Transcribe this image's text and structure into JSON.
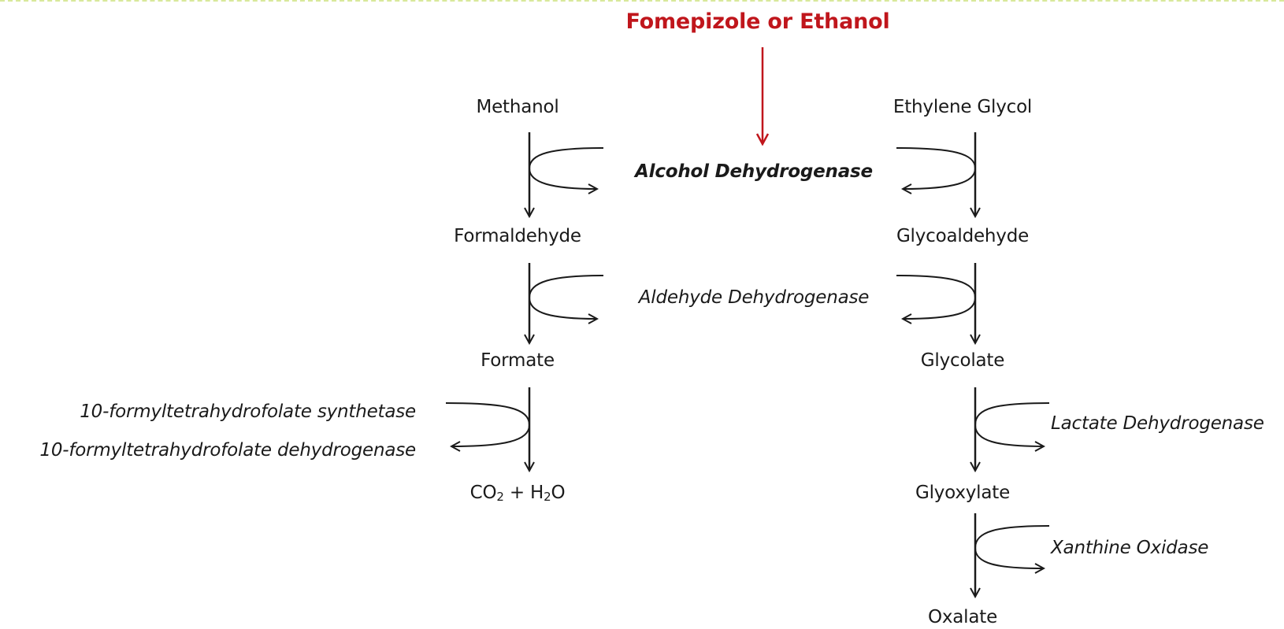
{
  "inhibitor": {
    "label": "Fomepizole or Ethanol",
    "color": "#c0161c"
  },
  "methanol_pathway": {
    "steps": [
      "Methanol",
      "Formaldehyde",
      "Formate"
    ],
    "end_product": {
      "part1": "CO",
      "sub1": "2",
      "part2": " + H",
      "sub2": "2",
      "part3": "O"
    },
    "enzymes": [
      "10-formyltetrahydrofolate synthetase",
      "10-formyltetrahydrofolate dehydrogenase"
    ]
  },
  "shared_enzymes": {
    "alcohol": "Alcohol Dehydrogenase",
    "aldehyde": "Aldehyde Dehydrogenase"
  },
  "ethylene_glycol_pathway": {
    "steps": [
      "Ethylene Glycol",
      "Glycoaldehyde",
      "Glycolate",
      "Glyoxylate",
      "Oxalate"
    ],
    "enzymes": [
      "Lactate Dehydrogenase",
      "Xanthine Oxidase"
    ]
  },
  "colors": {
    "arrow": "#1a1a1a",
    "inhibitor_arrow": "#c0161c"
  }
}
